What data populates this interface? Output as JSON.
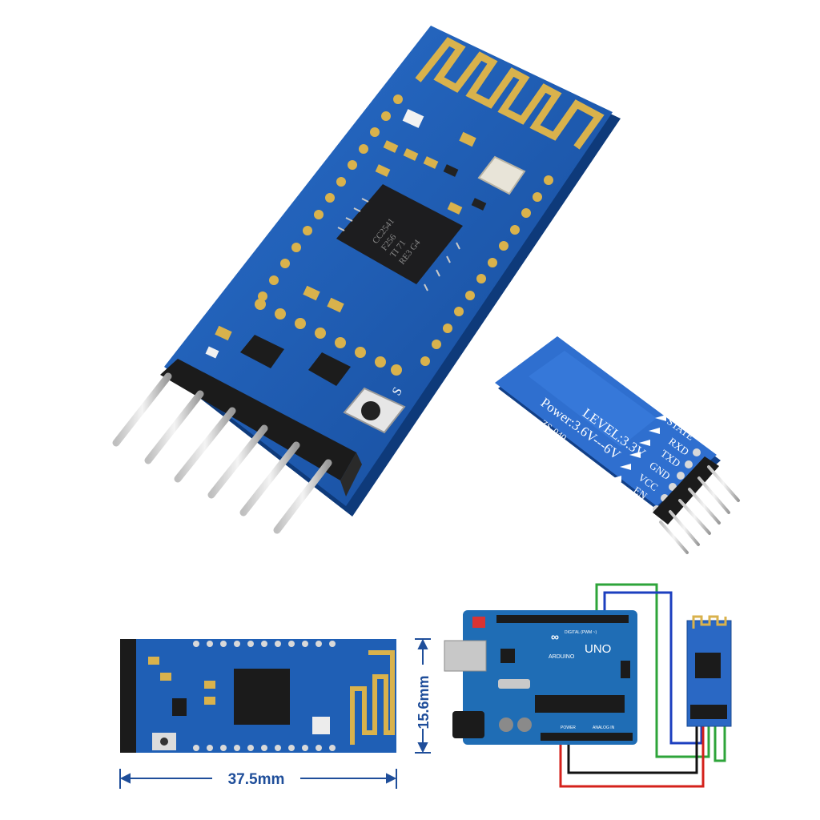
{
  "module_back": {
    "title": "LEVEL:3.3V",
    "power": "Power:3.6V---6V",
    "model": "ZS-040",
    "pins": [
      "STATE",
      "RXD",
      "TXD",
      "GND",
      "VCC",
      "EN"
    ]
  },
  "chip": {
    "lines": [
      "CC2541",
      "F256",
      "TI 71",
      "RE3 G4"
    ]
  },
  "dimensions": {
    "width": "37.5mm",
    "height": "15.6mm"
  },
  "arduino": {
    "brand": "UNO",
    "logo": "ARDUINO",
    "digital_label": "DIGITAL (PWM ~)",
    "power_label": "POWER",
    "analog_label": "ANALOG IN"
  },
  "front_mark": "S",
  "colors": {
    "pcb": "#1f5fb5",
    "pcb_dark": "#123f86",
    "gold": "#d9b24c",
    "wire_green": "#2ea43a",
    "wire_blue": "#1c3fbf",
    "wire_red": "#d4211b",
    "wire_black": "#111111",
    "dim_blue": "#1f4e9a"
  }
}
